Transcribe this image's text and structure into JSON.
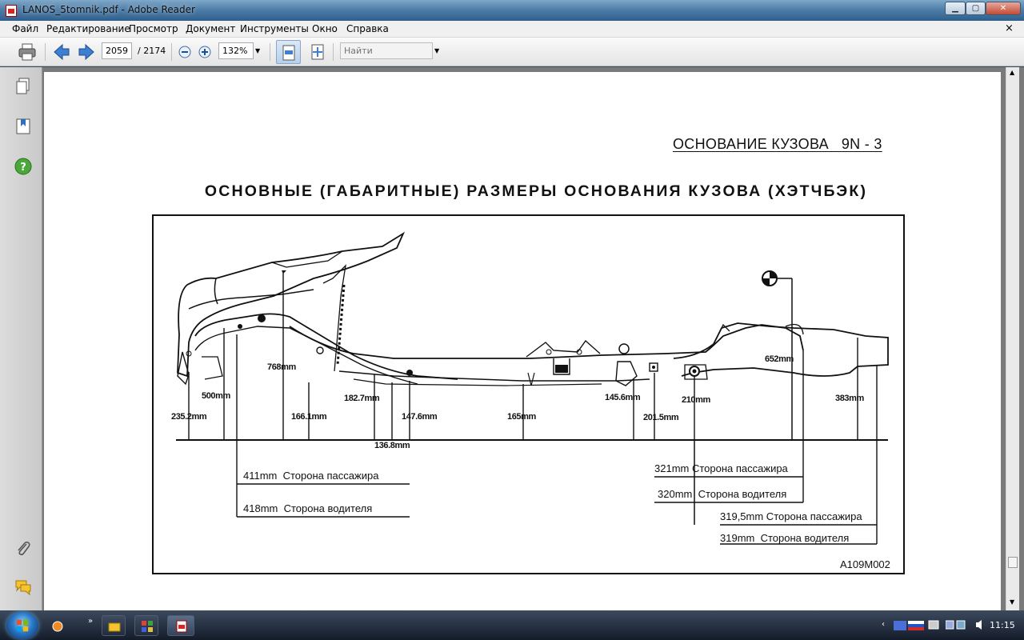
{
  "window": {
    "title": "LANOS_5tomnik.pdf - Adobe Reader",
    "min_glyph": "▁",
    "max_glyph": "▢",
    "close_glyph": "✕"
  },
  "menu": {
    "items": [
      "Файл",
      "Редактирование",
      "Просмотр",
      "Документ",
      "Инструменты",
      "Окно",
      "Справка"
    ],
    "close_doc_glyph": "×"
  },
  "toolbar": {
    "page_current": "2059",
    "page_total": "/ 2174",
    "zoom": "132%",
    "find_placeholder": "Найти",
    "dropdown_glyph": "▼"
  },
  "document": {
    "header_right": "ОСНОВАНИЕ КУЗОВА   9N - 3",
    "title": "ОСНОВНЫЕ (ГАБАРИТНЫЕ) РАЗМЕРЫ ОСНОВАНИЯ КУЗОВА (ХЭТЧБЭК)",
    "figure": {
      "figure_code": "A109M002",
      "dims": {
        "d768": "768mm",
        "d500": "500mm",
        "d235": "235.2mm",
        "d166": "166.1mm",
        "d182": "182.7mm",
        "d147": "147.6mm",
        "d136": "136.8mm",
        "d165": "165mm",
        "d145": "145.6mm",
        "d201": "201.5mm",
        "d210": "210mm",
        "d652": "652mm",
        "d383": "383mm"
      },
      "notes": {
        "n411": "411mm  Сторона пассажира",
        "n418": "418mm  Сторона водителя",
        "n321": "321mm Сторона пассажира",
        "n320": "320mm  Сторона водителя",
        "n3195": "319,5mm Сторона пассажира",
        "n319": "319mm  Сторона водителя"
      }
    }
  },
  "taskbar": {
    "clock": "11:15"
  },
  "colors": {
    "titlebar": "#4f7ea8",
    "doc_bg": "#7a7a7a",
    "taskbar": "#1d2636"
  }
}
